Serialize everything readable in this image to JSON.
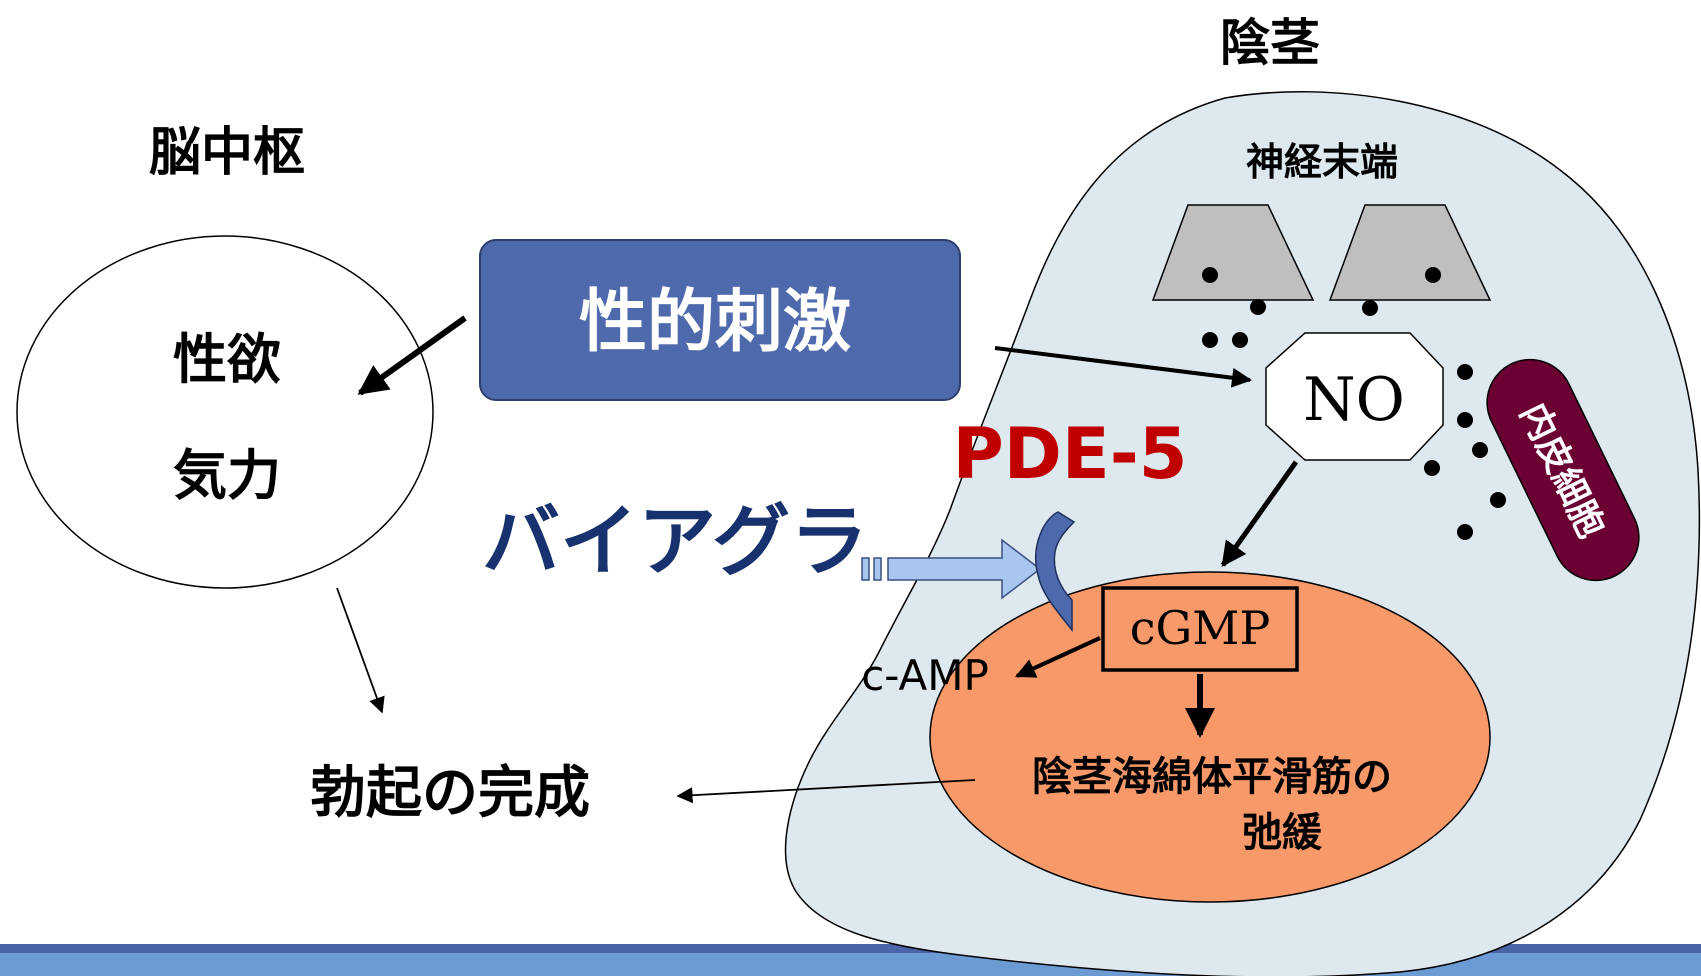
{
  "labels": {
    "penis": "陰茎",
    "brain_center": "脳中枢",
    "nerve_ending": "神経末端",
    "libido": "性欲",
    "energy": "気力",
    "sexual_stimulus": "性的刺激",
    "no": "NO",
    "endothelial": "内皮細胞",
    "pde5": "PDE-5",
    "viagra": "バイアグラ",
    "cgmp": "cGMP",
    "camp": "c-AMP",
    "relax_line1": "陰茎海綿体平滑筋の",
    "relax_line2": "弛緩",
    "erection": "勃起の完成"
  },
  "colors": {
    "penis_fill": "#dde8ef",
    "stimulus_box": "#4f69ad",
    "endothelial": "#6b0033",
    "pde5_text": "#c00000",
    "viagra_text": "#17326e",
    "smooth_muscle": "#f8996a",
    "nerve_terminal": "#bfbfbf",
    "viagra_arrow": "#a8c6ee",
    "bottom_bar_dark": "#4a66a8",
    "bottom_bar_light": "#6b9bd2"
  }
}
